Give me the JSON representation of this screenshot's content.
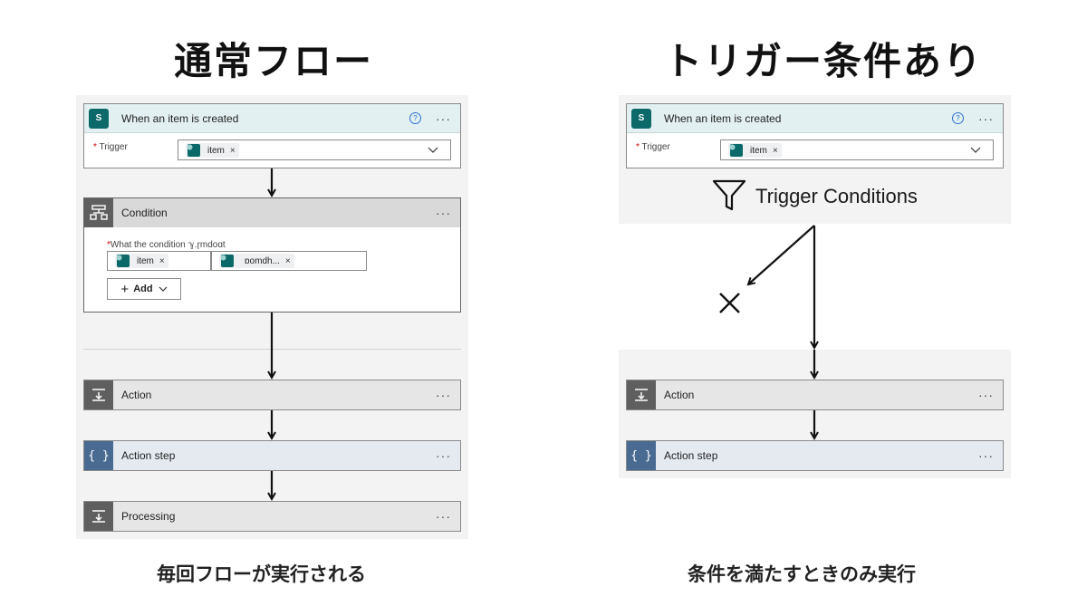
{
  "left": {
    "title": "通常フロー",
    "caption": "毎回フローが実行される",
    "trigger_card": {
      "title": "When an item is created",
      "icon": "sharepoint-icon",
      "help": "?",
      "more": "···",
      "field_label": "Trigger",
      "token": "item",
      "token_remove": "×"
    },
    "condition_card": {
      "title": "Condition",
      "more": "···",
      "field_label": "What the condition ℽ.ɼmdoɑt",
      "token1": "item",
      "token2": "ɒomdh...",
      "token_remove": "×",
      "add_label": "Add"
    },
    "action_cards": [
      {
        "title": "Action",
        "icon": "download-icon",
        "more": "···"
      },
      {
        "title": "Action step",
        "icon": "braces-icon",
        "more": "···"
      },
      {
        "title": "Processing",
        "icon": "download-icon",
        "more": "···"
      }
    ]
  },
  "right": {
    "title": "トリガー条件あり",
    "caption": "条件を満たすときのみ実行",
    "trigger_card": {
      "title": "When an item is created",
      "icon": "sharepoint-icon",
      "help": "?",
      "more": "···",
      "field_label": "Trigger",
      "token": "item",
      "token_remove": "×"
    },
    "trigger_conditions": "Trigger Conditions",
    "reject_mark": "×",
    "action_cards": [
      {
        "title": "Action",
        "icon": "download-icon",
        "more": "···"
      },
      {
        "title": "Action step",
        "icon": "braces-icon",
        "more": "···"
      }
    ]
  },
  "colors": {
    "header_teal": "#e3f0f2",
    "header_gray": "#d9d9d9",
    "header_blue": "#e5eaf1",
    "sharepoint": "#0b6a69",
    "braces": "#4a6b91",
    "arrow": "#111111"
  }
}
